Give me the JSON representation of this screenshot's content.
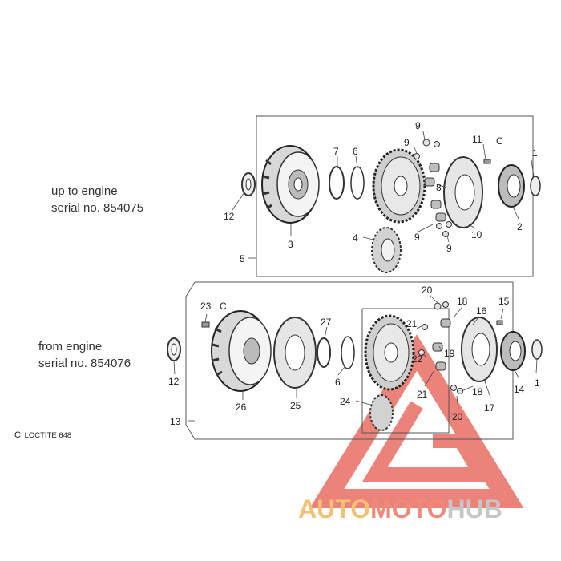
{
  "notes": {
    "upper_line1": "up to engine",
    "upper_line2": "serial no. 854075",
    "lower_line1": "from engine",
    "lower_line2": "serial no. 854076"
  },
  "legend": {
    "symbol": "C",
    "text": "LOCTITE 648"
  },
  "callouts": {
    "c1a": "1",
    "c2": "2",
    "c3": "3",
    "c4": "4",
    "c5": "5",
    "c6a": "6",
    "c7": "7",
    "c8": "8",
    "c9a": "9",
    "c9b": "9",
    "c9c": "9",
    "c9d": "9",
    "c10": "10",
    "c11": "11",
    "c11c": "C",
    "c12a": "12",
    "c12b": "12",
    "c13": "13",
    "c14": "14",
    "c1b": "1",
    "c15": "15",
    "c16": "16",
    "c17": "17",
    "c18a": "18",
    "c18b": "18",
    "c19": "19",
    "c20a": "20",
    "c20b": "20",
    "c21a": "21",
    "c21b": "21",
    "c22": "22",
    "c23": "23",
    "c23c": "C",
    "c24": "24",
    "c25": "25",
    "c26": "26",
    "c27": "27",
    "c6b": "6"
  },
  "watermark": {
    "part1": "AUTO",
    "part2": "MOTO",
    "part3": "HUB"
  },
  "colors": {
    "line": "#444444",
    "watermark_red": "#e86e63",
    "watermark_gold": "#f5c071",
    "watermark_grey": "#c6c6c6"
  }
}
